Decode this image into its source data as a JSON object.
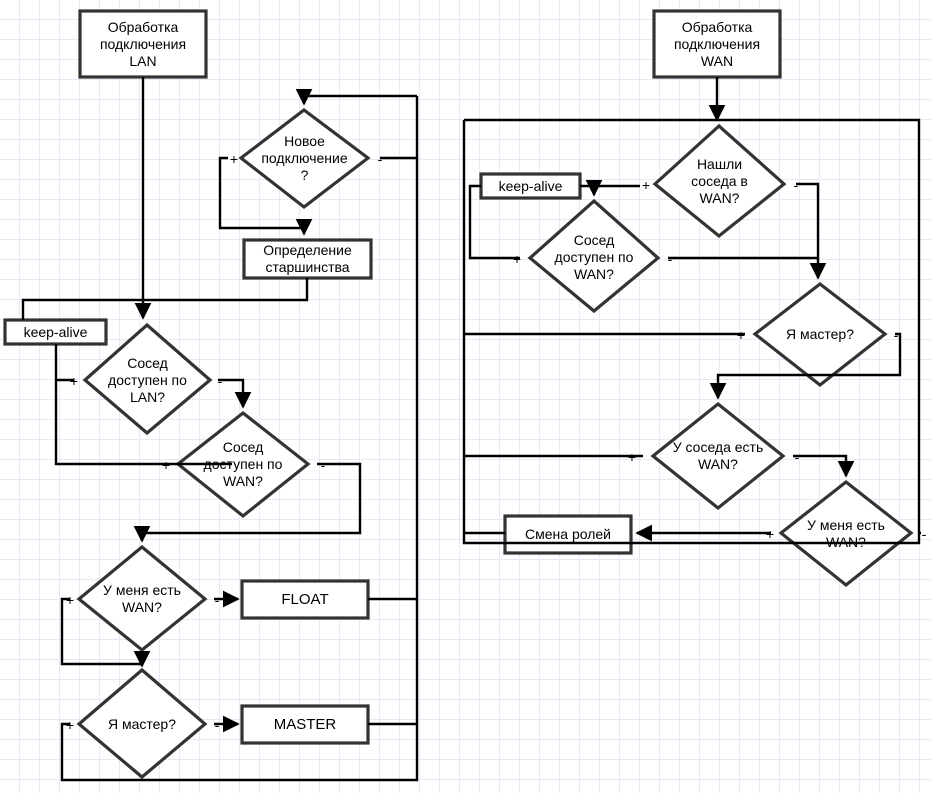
{
  "diagram": {
    "title_left": "Обработка подключения LAN",
    "title_right": "Обработка подключения WAN",
    "colors": {
      "stroke": "#333333",
      "grid": "#e8e8f7",
      "fill": "#ffffff",
      "text": "#000000"
    },
    "edge_labels": {
      "yes": "+",
      "no": "-"
    },
    "left_branch": {
      "start": "Обработка\nподключения\nLAN",
      "d_new_connection": "Новое\nподключение\n?",
      "p_seniority": "Определение\nстаршинства",
      "keep_alive": "keep-alive",
      "d_neighbor_lan": "Сосед\nдоступен по\nLAN?",
      "d_neighbor_wan": "Сосед\nдоступен по\nWAN?",
      "d_i_have_wan": "У меня есть\nWAN?",
      "d_am_i_master": "Я мастер?",
      "p_float": "FLOAT",
      "p_master": "MASTER"
    },
    "right_branch": {
      "start": "Обработка\nподключения\nWAN",
      "keep_alive": "keep-alive",
      "d_found_neighbor_wan": "Нашли\nсоседа в\nWAN?",
      "d_neighbor_wan": "Сосед\nдоступен по\nWAN?",
      "d_am_i_master": "Я мастер?",
      "d_neighbor_has_wan": "У соседа есть\nWAN?",
      "d_i_have_wan": "У меня есть\nWAN?",
      "p_role_switch": "Смена ролей"
    },
    "signs": {
      "l_new_plus": "+",
      "l_new_minus": "-",
      "l_nlan_plus": "+",
      "l_nlan_minus": "-",
      "l_nwan_plus": "+",
      "l_nwan_minus": "-",
      "l_wan_plus": "+",
      "l_wan_minus": "-",
      "l_mast_plus": "+",
      "l_mast_minus": "-",
      "r_found_plus": "+",
      "r_found_minus": "-",
      "r_nwan_plus": "+",
      "r_nwan_minus": "-",
      "r_mast_plus": "+",
      "r_mast_minus": "-",
      "r_nhas_plus": "+",
      "r_nhas_minus": "-",
      "r_ihas_plus": "+",
      "r_ihas_minus": "-"
    }
  }
}
